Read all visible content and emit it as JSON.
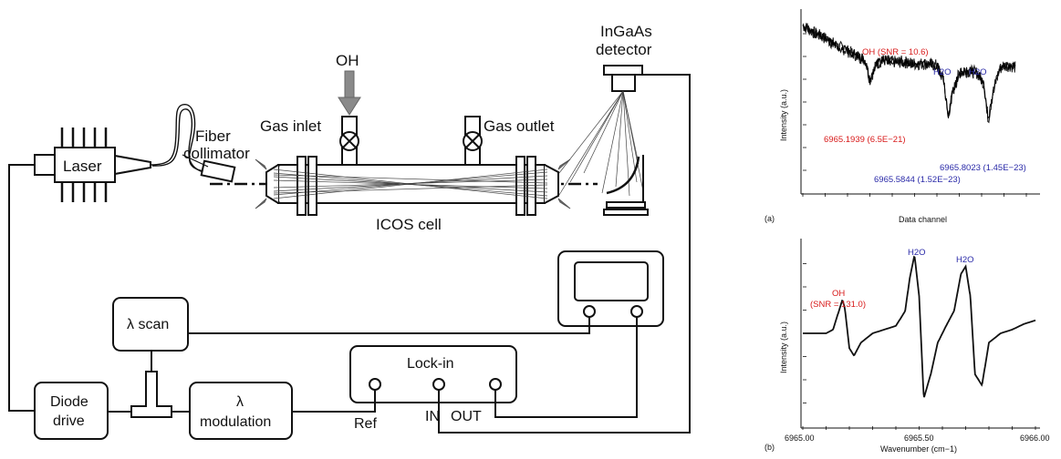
{
  "diagram": {
    "labels": {
      "oh_input": "OH",
      "detector_line1": "InGaAs",
      "detector_line2": "detector",
      "gas_inlet": "Gas inlet",
      "gas_outlet": "Gas outlet",
      "fiber_line1": "Fiber",
      "fiber_line2": "collimator",
      "laser": "Laser",
      "icos_cell": "ICOS cell",
      "lambda_scan": "λ scan",
      "diode_line1": "Diode",
      "diode_line2": "drive",
      "mod_line1": "λ",
      "mod_line2": "modulation",
      "lockin": "Lock-in",
      "ref": "Ref",
      "in": "IN",
      "out": "OUT"
    }
  },
  "chart_data": [
    {
      "type": "line",
      "panel_label": "(a)",
      "xlabel": "Data channel",
      "ylabel": "Intensity (a.u.)",
      "series": [
        {
          "x": [
            0,
            0.05,
            0.1,
            0.15,
            0.2,
            0.25,
            0.28,
            0.3,
            0.33,
            0.36,
            0.4,
            0.45,
            0.5,
            0.55,
            0.6,
            0.63,
            0.65,
            0.67,
            0.7,
            0.74,
            0.78,
            0.81,
            0.83,
            0.85,
            0.88,
            0.9,
            0.93,
            0.95
          ],
          "y": [
            0.92,
            0.88,
            0.85,
            0.81,
            0.78,
            0.75,
            0.73,
            0.62,
            0.71,
            0.73,
            0.72,
            0.72,
            0.71,
            0.71,
            0.7,
            0.62,
            0.42,
            0.55,
            0.66,
            0.67,
            0.66,
            0.6,
            0.4,
            0.55,
            0.68,
            0.7,
            0.7,
            0.69
          ]
        }
      ],
      "annotations": [
        {
          "text": "OH (SNR = 10.6)",
          "color": "#d81a1a"
        },
        {
          "text": "H2O",
          "color": "#2a2aa8"
        },
        {
          "text": "H2O",
          "color": "#2a2aa8"
        },
        {
          "text": "6965.1939 (6.5E−21)",
          "color": "#d81a1a"
        },
        {
          "text": "6965.8023 (1.45E−23)",
          "color": "#2a2aa8"
        },
        {
          "text": "6965.5844 (1.52E−23)",
          "color": "#2a2aa8"
        }
      ]
    },
    {
      "type": "line",
      "panel_label": "(b)",
      "xlabel": "Wavenumber (cm−1)",
      "ylabel": "Intensity (a.u.)",
      "xlim": [
        6965.0,
        6966.0
      ],
      "x_ticks": [
        "6965.00",
        "6965.50",
        "6966.00"
      ],
      "series": [
        {
          "x": [
            6965.0,
            6965.05,
            6965.1,
            6965.13,
            6965.15,
            6965.17,
            6965.18,
            6965.2,
            6965.22,
            6965.25,
            6965.3,
            6965.35,
            6965.4,
            6965.44,
            6965.46,
            6965.48,
            6965.5,
            6965.52,
            6965.55,
            6965.58,
            6965.62,
            6965.65,
            6965.68,
            6965.7,
            6965.72,
            6965.74,
            6965.77,
            6965.8,
            6965.85,
            6965.9,
            6965.95,
            6966.0
          ],
          "y": [
            0.5,
            0.5,
            0.5,
            0.52,
            0.6,
            0.68,
            0.64,
            0.42,
            0.38,
            0.45,
            0.5,
            0.52,
            0.54,
            0.62,
            0.8,
            0.92,
            0.7,
            0.15,
            0.28,
            0.45,
            0.55,
            0.62,
            0.82,
            0.86,
            0.7,
            0.28,
            0.22,
            0.45,
            0.5,
            0.52,
            0.55,
            0.57
          ]
        }
      ],
      "annotations": [
        {
          "text": "OH",
          "color": "#d81a1a"
        },
        {
          "text": "(SNR = 131.0)",
          "color": "#d81a1a"
        },
        {
          "text": "H2O",
          "color": "#2a2aa8"
        },
        {
          "text": "H2O",
          "color": "#2a2aa8"
        }
      ]
    }
  ]
}
